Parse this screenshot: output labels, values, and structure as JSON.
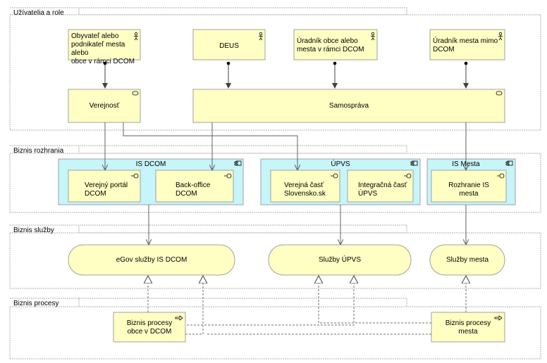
{
  "groups": {
    "users": "Užívatelia a role",
    "interfaces": "Biznis rozhrania",
    "services": "Biznis služby",
    "processes": "Biznis procesy"
  },
  "actors": {
    "citizen": [
      "Obyvateľ alebo",
      "podnikateľ mesta alebo",
      "obce v rámci DCOM"
    ],
    "deus": "DEUS",
    "official_dcom": [
      "Úradník obce alebo",
      "mesta v rámci DCOM"
    ],
    "official_city": [
      "Úradník mesta mimo",
      "DCOM"
    ]
  },
  "roles": {
    "public": "Verejnosť",
    "self_gov": "Samospráva"
  },
  "components": {
    "is_dcom": "IS DCOM",
    "upvs": "ÚPVS",
    "is_mesta": "IS Mesta"
  },
  "interfaces": {
    "public_portal": [
      "Verejný portál",
      "DCOM"
    ],
    "back_office": [
      "Back-office",
      "DCOM"
    ],
    "slovensko_sk": [
      "Verejná časť",
      "Slovensko.sk"
    ],
    "upvs_integration": [
      "Integračná časť",
      "ÚPVS"
    ],
    "city_interface": [
      "Rozhranie IS",
      "mesta"
    ]
  },
  "services": {
    "egov": "eGov služby IS DCOM",
    "upvs": "Služby ÚPVS",
    "city": "Služby mesta"
  },
  "processes": {
    "dcom": [
      "Biznis procesy",
      "obce v DCOM"
    ],
    "city": [
      "Biznis procesy",
      "mesta"
    ]
  },
  "colors": {
    "element_fill": "#ffffc4",
    "component_fill": "#c6f5fa",
    "group_border": "#b0b0b0",
    "line": "#404040"
  }
}
